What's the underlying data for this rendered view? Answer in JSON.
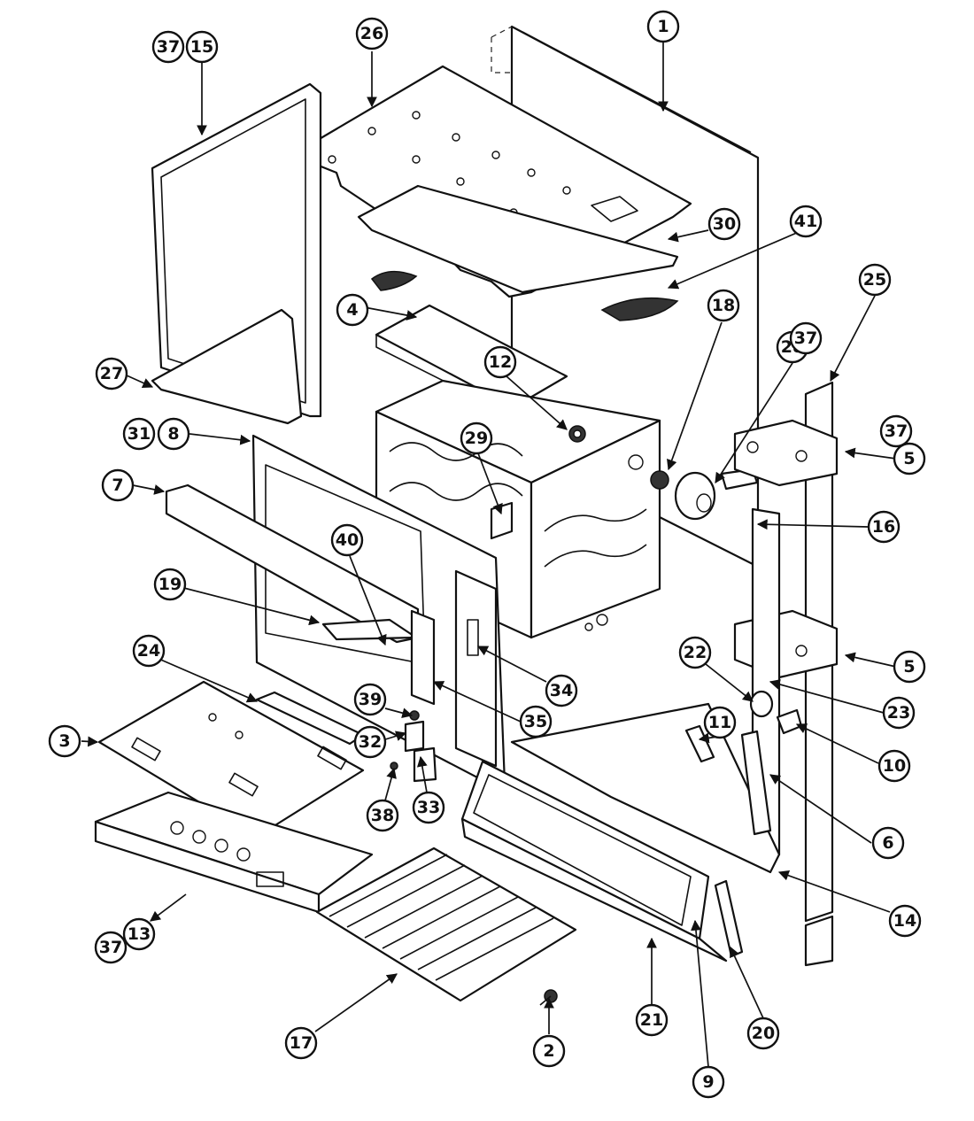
{
  "callouts": [
    {
      "id": "c1",
      "label": "1"
    },
    {
      "id": "c2",
      "label": "2"
    },
    {
      "id": "c3",
      "label": "3"
    },
    {
      "id": "c4",
      "label": "4"
    },
    {
      "id": "c5a",
      "label": "5"
    },
    {
      "id": "c5b",
      "label": "5"
    },
    {
      "id": "c6",
      "label": "6"
    },
    {
      "id": "c7",
      "label": "7"
    },
    {
      "id": "c8",
      "label": "8"
    },
    {
      "id": "c9",
      "label": "9"
    },
    {
      "id": "c10",
      "label": "10"
    },
    {
      "id": "c11",
      "label": "11"
    },
    {
      "id": "c12",
      "label": "12"
    },
    {
      "id": "c13",
      "label": "13"
    },
    {
      "id": "c14",
      "label": "14"
    },
    {
      "id": "c15",
      "label": "15"
    },
    {
      "id": "c16",
      "label": "16"
    },
    {
      "id": "c17",
      "label": "17"
    },
    {
      "id": "c18",
      "label": "18"
    },
    {
      "id": "c19",
      "label": "19"
    },
    {
      "id": "c20",
      "label": "20"
    },
    {
      "id": "c21",
      "label": "21"
    },
    {
      "id": "c22",
      "label": "22"
    },
    {
      "id": "c23",
      "label": "23"
    },
    {
      "id": "c24",
      "label": "24"
    },
    {
      "id": "c25",
      "label": "25"
    },
    {
      "id": "c26",
      "label": "26"
    },
    {
      "id": "c27",
      "label": "27"
    },
    {
      "id": "c28",
      "label": "28"
    },
    {
      "id": "c29",
      "label": "29"
    },
    {
      "id": "c30",
      "label": "30"
    },
    {
      "id": "c31",
      "label": "31"
    },
    {
      "id": "c32",
      "label": "32"
    },
    {
      "id": "c33",
      "label": "33"
    },
    {
      "id": "c34",
      "label": "34"
    },
    {
      "id": "c35",
      "label": "35"
    },
    {
      "id": "c37a",
      "label": "37"
    },
    {
      "id": "c37b",
      "label": "37"
    },
    {
      "id": "c37c",
      "label": "37"
    },
    {
      "id": "c37d",
      "label": "37"
    },
    {
      "id": "c38",
      "label": "38"
    },
    {
      "id": "c39",
      "label": "39"
    },
    {
      "id": "c40",
      "label": "40"
    },
    {
      "id": "c41",
      "label": "41"
    }
  ]
}
